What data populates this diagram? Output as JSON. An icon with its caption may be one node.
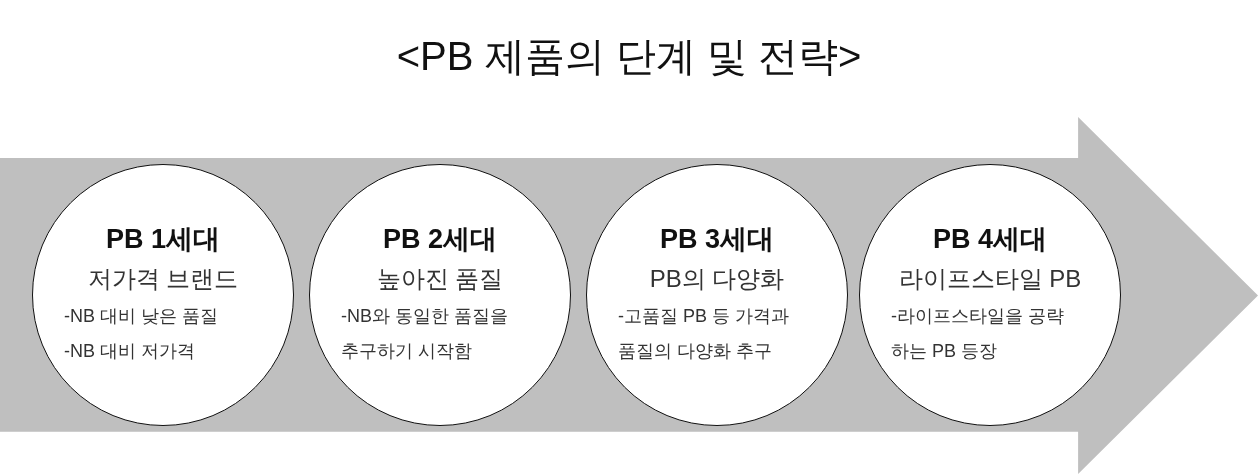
{
  "diagram": {
    "title": "<PB 제품의 단계 및 전략>",
    "nodes": [
      {
        "text": [],
        "shape": "arrow"
      },
      {
        "text": [
          "PB 1세대",
          "저가격 브랜드",
          "-NB 대비 낮은 품질",
          "-NB 대비 저가격"
        ],
        "in": 0
      },
      {
        "text": [
          "PB 2세대",
          "높아진 품질",
          "-NB와 동일한 품질을 추구하기 시작함"
        ],
        "in": 0
      },
      {
        "text": [
          "PB 3세대",
          "PB의 다양화",
          "-고품질 PB 등 가격과 품질의 다양화 추구"
        ],
        "in": 0
      },
      {
        "text": [
          "PB 4세대",
          "라이프스타일 PB",
          "-라이프스타일을 공략 하는 PB 등장"
        ],
        "in": 0
      }
    ]
  }
}
